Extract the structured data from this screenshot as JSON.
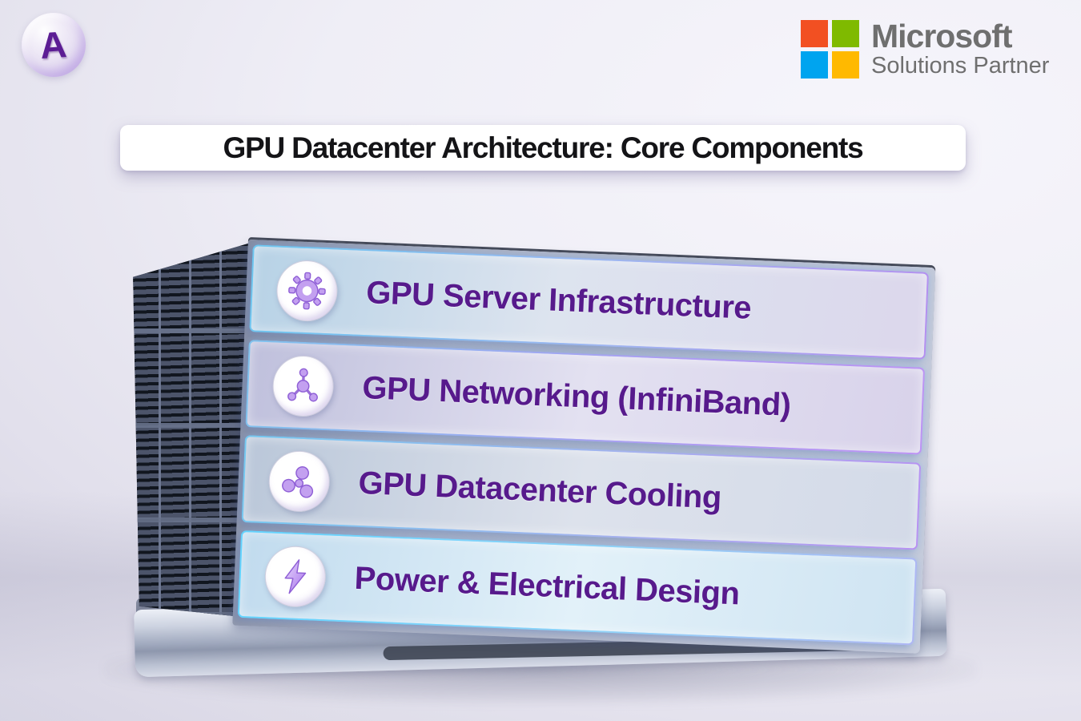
{
  "branding": {
    "bubble_logo_letter": "A",
    "microsoft": {
      "line1": "Microsoft",
      "line2": "Solutions Partner",
      "colors": {
        "square_top_left": "#F25022",
        "square_top_right": "#7FBA00",
        "square_bottom_left": "#00A4EF",
        "square_bottom_right": "#FFB900",
        "text": "#6F6F6F"
      }
    }
  },
  "title": {
    "text": "GPU Datacenter Architecture: Core Components",
    "text_color": "#141417",
    "background": "#FFFFFF"
  },
  "rack": {
    "type": "gpu-server-rack-illustration",
    "items": [
      {
        "label": "GPU Server Infrastructure",
        "icon": "gear-icon"
      },
      {
        "label": "GPU Networking (InfiniBand)",
        "icon": "network-nodes-icon"
      },
      {
        "label": "GPU Datacenter Cooling",
        "icon": "fan-icon"
      },
      {
        "label": "Power & Electrical Design",
        "icon": "lightning-bolt-icon"
      }
    ],
    "colors": {
      "label_text": "#571A8C",
      "icon_fill": "#C3A0F0",
      "icon_stroke": "#8F5FD6",
      "glow_cyan": "#6CC6F0",
      "glow_violet": "#B48FF0",
      "chassis_dark": "#3C4254",
      "base_silver": "#A0A9BE"
    }
  }
}
